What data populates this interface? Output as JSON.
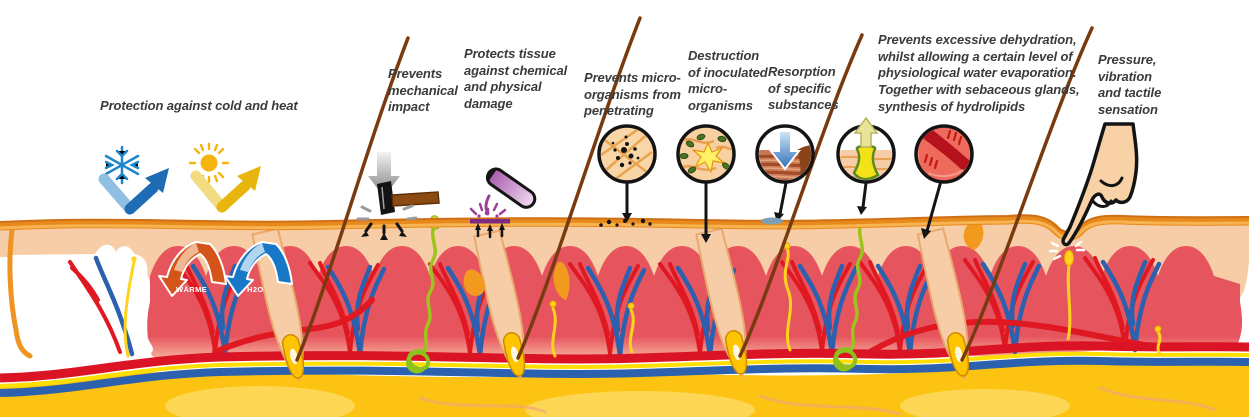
{
  "figure": {
    "title": "Functions of the skin (cross-section infographic)",
    "annotations": [
      {
        "id": "cold-heat",
        "text": "Protection against cold and heat"
      },
      {
        "id": "mechanical",
        "text": "Prevents\nmechanical\nimpact"
      },
      {
        "id": "chemical",
        "text": "Protects tissue\nagainst chemical\nand physical\ndamage"
      },
      {
        "id": "microorganisms",
        "text": "Prevents micro-\norganisms from\npenetrating"
      },
      {
        "id": "destruction",
        "text": "Destruction\nof inoculated\nmicro-\norganisms"
      },
      {
        "id": "resorption",
        "text": "Resorption\nof specific\nsubstances"
      },
      {
        "id": "dehydration",
        "text": "Prevents excessive dehydration,\nwhilst allowing a certain level of\nphysiological water evaporation.\nTogether with sebaceous glands,\nsynthesis of hydrolipids"
      },
      {
        "id": "sensation",
        "text": "Pressure,\nvibration\nand tactile\nsensation"
      }
    ],
    "embedded_labels": {
      "warmth": "WÄRME",
      "water": "H2O"
    },
    "icons": [
      "snowflake-icon",
      "sun-icon",
      "cold-bounce-arrow-icon",
      "heat-bounce-arrow-icon",
      "impact-arrow-icon",
      "hammer-icon",
      "test-tube-icon",
      "magnifier-microbes-icon",
      "magnifier-destruction-icon",
      "magnifier-resorption-icon",
      "magnifier-evaporation-icon",
      "magnifier-hydrolipid-icon",
      "pointing-finger-icon",
      "warmth-fold-arrow-icon",
      "water-fold-arrow-icon"
    ],
    "palette": {
      "surface_orange": "#e8891c",
      "epidermis_peach": "#f6cda6",
      "dermis_red_top": "#e6555e",
      "dermis_red_bottom": "#f7b49e",
      "fat_yellow": "#fcc312",
      "artery_red": "#da1425",
      "vein_blue": "#2b61ae",
      "nerve_yellow": "#ffd21e",
      "sweat_gland_green": "#9dc41c",
      "hair_brown": "#7a3a10",
      "cold_blue": "#1d6cb4",
      "heat_yellow": "#e8b50c",
      "chemical_purple": "#9a3f9a",
      "text_gray": "#3b3b3b"
    }
  }
}
